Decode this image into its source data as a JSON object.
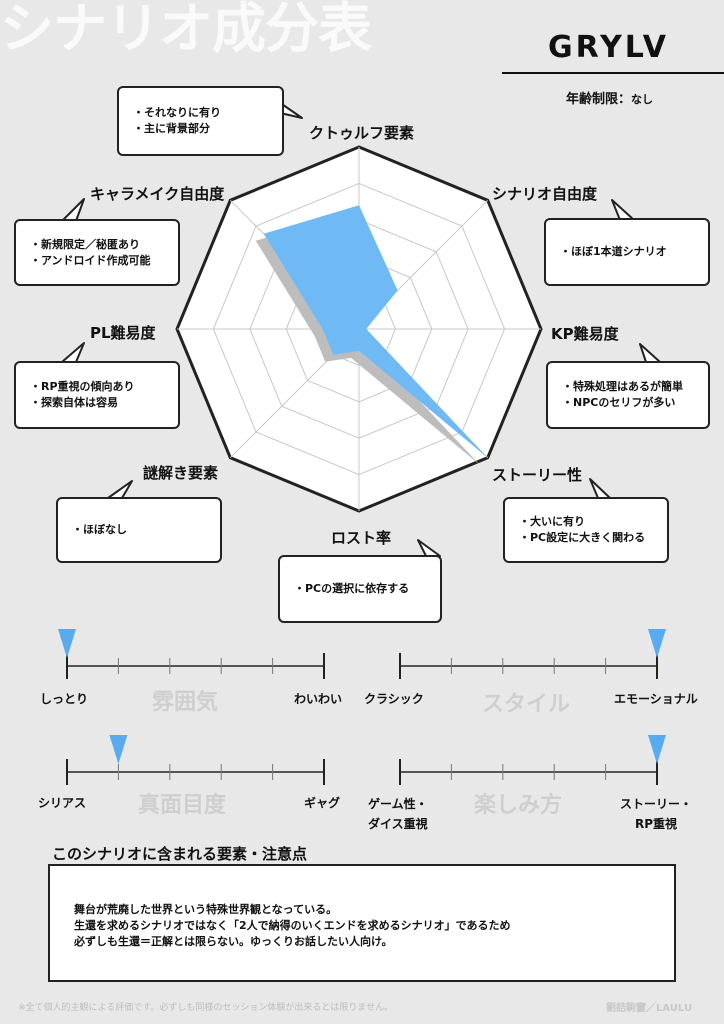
{
  "header": {
    "sheet_title": "シナリオ成分表",
    "scenario_title": "GRYLV",
    "age_label": "年齢制限：",
    "age_value": "なし"
  },
  "radar": {
    "max": 5,
    "fill_color": "#6fb9f5",
    "shadow_color": "#bdbdbd",
    "axes": [
      {
        "label": "クトゥルフ要素",
        "value": 3.4,
        "notes": [
          "・それなりに有り",
          "・主に背景部分"
        ]
      },
      {
        "label": "シナリオ自由度",
        "value": 1.5,
        "notes": [
          "・ほぼ1本道シナリオ"
        ]
      },
      {
        "label": "KP難易度",
        "value": 0.2,
        "notes": [
          "・特殊処理はあるが簡単",
          "・NPCのセリフが多い"
        ]
      },
      {
        "label": "ストーリー性",
        "value": 5.0,
        "notes": [
          "・大いに有り",
          "・PC設定に大きく関わる"
        ]
      },
      {
        "label": "ロスト率",
        "value": 0.6,
        "notes": [
          "・PCの選択に依存する"
        ]
      },
      {
        "label": "謎解き要素",
        "value": 1.0,
        "notes": [
          "・ほぼなし"
        ]
      },
      {
        "label": "PL難易度",
        "value": 1.0,
        "notes": [
          "・RP重視の傾向あり",
          "・探索自体は容易"
        ]
      },
      {
        "label": "キャラメイク自由度",
        "value": 3.7,
        "notes": [
          "・新規限定／秘匿あり",
          "・アンドロイド作成可能"
        ]
      }
    ]
  },
  "sliders": [
    {
      "name": "雰囲気",
      "left": "しっとり",
      "right": "わいわい",
      "position": 0.0
    },
    {
      "name": "スタイル",
      "left": "クラシック",
      "right": "エモーショナル",
      "position": 1.0
    },
    {
      "name": "真面目度",
      "left": "シリアス",
      "right": "ギャグ",
      "position": 0.2
    },
    {
      "name": "楽しみ方",
      "left_lines": [
        "ゲーム性・",
        "ダイス重視"
      ],
      "right_lines": [
        "ストーリー・",
        "RP重視"
      ],
      "position": 1.0
    }
  ],
  "slider_marker_color": "#5aaaf0",
  "notes": {
    "heading": "このシナリオに含まれる要素・注意点",
    "lines": [
      "舞台が荒廃した世界という特殊世界観となっている。",
      "生還を求めるシナリオではなく「2人で納得のいくエンドを求めるシナリオ」であるため",
      "必ずしも生還＝正解とは限らない。ゆっくりお話したい人向け。"
    ]
  },
  "footer": {
    "disclaimer": "※全て個人的主観による評価です。必ずしも同様のセッション体験が出来るとは限りません。",
    "credit": "劉詰駒窶／LAULU"
  }
}
